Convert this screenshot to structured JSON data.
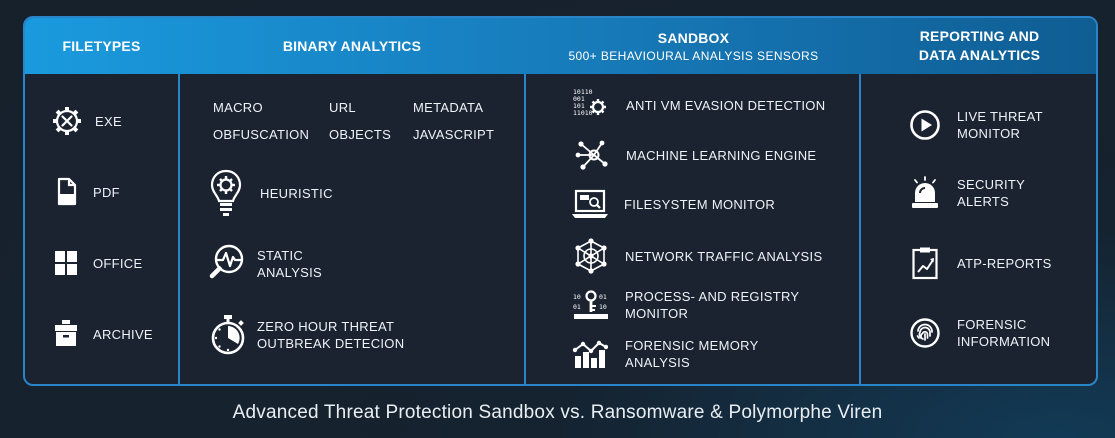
{
  "header": {
    "filetypes": "FILETYPES",
    "binary": "BINARY ANALYTICS",
    "sandbox": "SANDBOX",
    "sandbox_sub": "500+ BEHAVIOURAL ANALYSIS SENSORS",
    "reporting_line1": "REPORTING AND",
    "reporting_line2": "DATA ANALYTICS"
  },
  "filetypes": [
    {
      "label": "EXE",
      "icon": "gear-tools-icon"
    },
    {
      "label": "PDF",
      "icon": "document-icon"
    },
    {
      "label": "OFFICE",
      "icon": "windows-icon"
    },
    {
      "label": "ARCHIVE",
      "icon": "archive-box-icon"
    }
  ],
  "binary": {
    "tokens": [
      "MACRO",
      "URL",
      "METADATA",
      "OBFUSCATION",
      "OBJECTS",
      "JAVASCRIPT"
    ],
    "items": [
      {
        "line1": "HEURISTIC",
        "line2": "",
        "icon": "lightbulb-gear-icon"
      },
      {
        "line1": "STATIC",
        "line2": "ANALYSIS",
        "icon": "magnifier-pulse-icon"
      },
      {
        "line1": "ZERO HOUR THREAT",
        "line2": "OUTBREAK DETECION",
        "icon": "stopwatch-icon"
      }
    ]
  },
  "sandbox": [
    {
      "line1": "ANTI VM EVASION DETECTION",
      "line2": "",
      "icon": "binary-gear-icon",
      "binary_text": [
        "10110",
        "001",
        "101",
        "11010"
      ]
    },
    {
      "line1": "MACHINE LEARNING ENGINE",
      "line2": "",
      "icon": "neural-node-icon"
    },
    {
      "line1": "FILESYSTEM MONITOR",
      "line2": "",
      "icon": "laptop-monitor-icon"
    },
    {
      "line1": "NETWORK TRAFFIC ANALYSIS",
      "line2": "",
      "icon": "network-globe-icon"
    },
    {
      "line1": "PROCESS- AND REGISTRY",
      "line2": "MONITOR",
      "icon": "registry-keys-icon",
      "binary_text": [
        "10",
        "01",
        "01",
        "10"
      ]
    },
    {
      "line1": "FORENSIC MEMORY",
      "line2": "ANALYSIS",
      "icon": "memory-chart-icon"
    }
  ],
  "reporting": [
    {
      "line1": "LIVE THREAT",
      "line2": "MONITOR",
      "icon": "play-circle-icon"
    },
    {
      "line1": "SECURITY",
      "line2": "ALERTS",
      "icon": "alarm-icon"
    },
    {
      "line1": "ATP-REPORTS",
      "line2": "",
      "icon": "clipboard-chart-icon"
    },
    {
      "line1": "FORENSIC",
      "line2": "INFORMATION",
      "icon": "fingerprint-circle-icon"
    }
  ],
  "caption": "Advanced Threat Protection Sandbox vs. Ransomware & Polymorphe Viren",
  "colors": {
    "accent": "#1a9ade",
    "border": "#2a84c8",
    "panel": "#1b2330"
  }
}
